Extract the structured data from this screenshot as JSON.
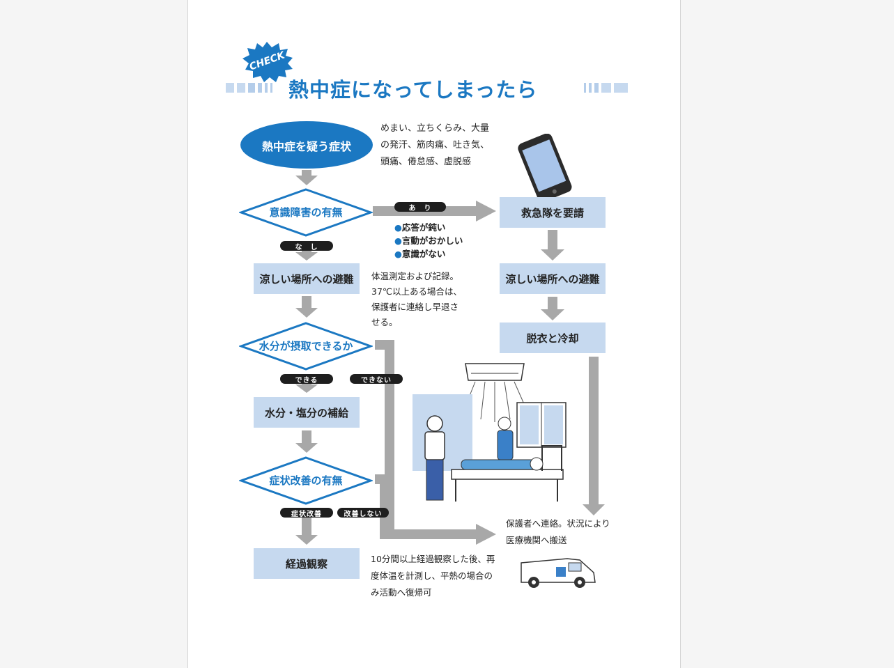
{
  "header": {
    "badge": "CHECK",
    "title": "熱中症になってしまったら"
  },
  "flow": {
    "start": "熱中症を疑う症状",
    "start_note": [
      "めまい、立ちくらみ、大量",
      "の発汗、筋肉痛、吐き気、",
      "頭痛、倦怠感、虚脱感"
    ],
    "q1": "意識障害の有無",
    "q1_yes": "あ　り",
    "q1_yes_bullets": [
      "応答が鈍い",
      "言動がおかしい",
      "意識がない"
    ],
    "q1_no": "な　し",
    "call": "救急隊を要請",
    "cool_left": "涼しい場所への避難",
    "cool_right": "涼しい場所への避難",
    "temp_note": [
      "体温測定および記録。",
      "37℃以上ある場合は、",
      "保護者に連絡し早退さ",
      "せる。"
    ],
    "undress": "脱衣と冷却",
    "q2": "水分が摂取できるか",
    "q2_yes": "できる",
    "q2_no": "できない",
    "hydrate": "水分・塩分の補給",
    "q3": "症状改善の有無",
    "q3_yes": "症状改善",
    "q3_no": "改善しない",
    "observe": "経過観察",
    "parent_note": [
      "保護者へ連絡。状況により",
      "医療機関へ搬送"
    ],
    "observe_note": [
      "10分間以上経過観察した後、再",
      "度体温を計測し、平熱の場合の",
      "み活動へ復帰可"
    ]
  },
  "colors": {
    "accent": "#1b78c2",
    "box": "#c6d9ef",
    "arrow": "#a8a8a8",
    "pill": "#1e1e1e"
  }
}
